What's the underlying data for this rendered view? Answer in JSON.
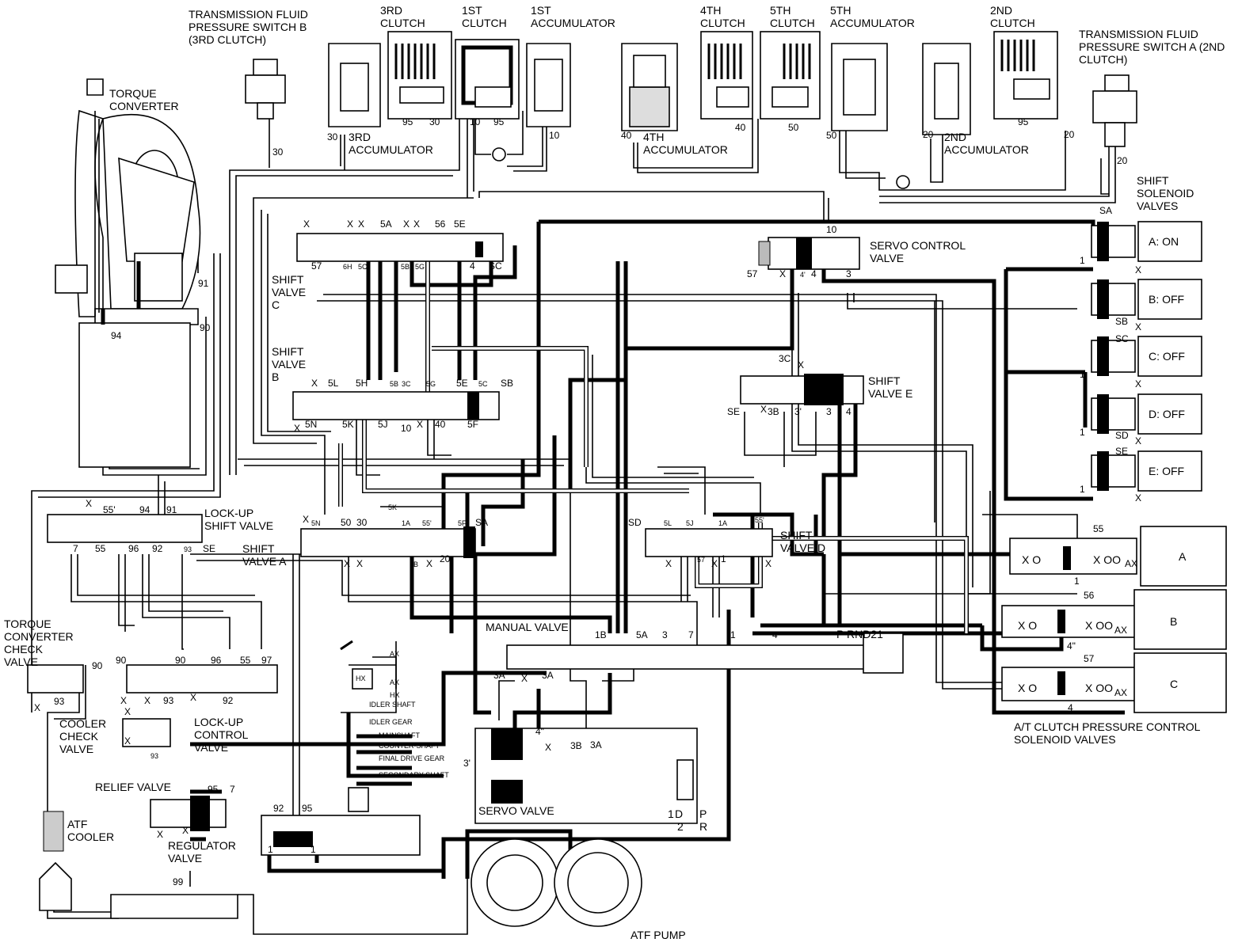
{
  "components": {
    "pressure_switch_b": "TRANSMISSION FLUID PRESSURE SWITCH B (3RD CLUTCH)",
    "clutch_3rd": "3RD CLUTCH",
    "clutch_1st": "1ST CLUTCH",
    "accumulator_1st": "1ST ACCUMULATOR",
    "clutch_4th": "4TH CLUTCH",
    "clutch_5th": "5TH CLUTCH",
    "accumulator_5th": "5TH ACCUMULATOR",
    "clutch_2nd": "2ND CLUTCH",
    "pressure_switch_a": "TRANSMISSION FLUID PRESSURE SWITCH A (2ND CLUTCH)",
    "accumulator_3rd": "3RD ACCUMULATOR",
    "accumulator_4th": "4TH ACCUMULATOR",
    "accumulator_2nd": "2ND ACCUMULATOR",
    "torque_converter": "TORQUE CONVERTER",
    "shift_solenoid_valves": "SHIFT SOLENOID VALVES",
    "servo_control_valve": "SERVO CONTROL VALVE",
    "shift_valve_c": "SHIFT VALVE C",
    "shift_valve_b": "SHIFT VALVE B",
    "shift_valve_e": "SHIFT VALVE E",
    "shift_valve_a": "SHIFT VALVE A",
    "shift_valve_d": "SHIFT VALVE D",
    "lockup_shift_valve": "LOCK-UP SHIFT VALVE",
    "tc_check_valve": "TORQUE CONVERTER CHECK VALVE",
    "cooler_check_valve": "COOLER CHECK VALVE",
    "lockup_control_valve": "LOCK-UP CONTROL VALVE",
    "relief_valve": "RELIEF VALVE",
    "regulator_valve": "REGULATOR VALVE",
    "atf_cooler": "ATF COOLER",
    "manual_valve": "MANUAL VALVE",
    "servo_valve": "SERVO VALVE",
    "atf_pump": "ATF PUMP",
    "clutch_pressure_solenoids": "A/T CLUTCH PRESSURE CONTROL SOLENOID VALVES"
  },
  "solenoid_states": [
    {
      "tag": "SA",
      "label": "A: ON"
    },
    {
      "tag": "SB",
      "label": "B: OFF"
    },
    {
      "tag": "SC",
      "label": "C: OFF"
    },
    {
      "tag": "SD",
      "label": "D: OFF"
    },
    {
      "tag": "SE",
      "label": "E: OFF"
    }
  ],
  "clutch_pressure_solenoids": [
    {
      "label": "A",
      "port": "55"
    },
    {
      "label": "B",
      "port": "56"
    },
    {
      "label": "C",
      "port": "57"
    }
  ],
  "manual_positions": "P RND21",
  "servo_positions": {
    "p1": "1",
    "p2": "D",
    "p3": "2",
    "p4": "P",
    "p5": "R"
  },
  "lubrication_points": [
    "AX",
    "HX",
    "AX",
    "HX",
    "IDLER SHAFT",
    "IDLER GEAR",
    "MAINSHAFT",
    "COUNTER-SHAFT",
    "FINAL DRIVE GEAR",
    "SECONDARY SHAFT"
  ],
  "port_labels": {
    "x": "X",
    "n30": "30",
    "n95": "95",
    "n10": "10",
    "n40": "40",
    "n50": "50",
    "n20": "20",
    "n91": "91",
    "n90": "90",
    "n94": "94",
    "n1": "1",
    "n3": "3",
    "n4": "4",
    "n57": "57",
    "p5a": "5A",
    "p56": "56",
    "p5e": "5E",
    "p6h": "6H",
    "p5c": "5C",
    "p5b": "5B",
    "p5g": "5G",
    "psc": "SC",
    "p5l": "5L",
    "p5h": "5H",
    "p3c": "3C",
    "p5g2": "5G",
    "psb": "SB",
    "p5n": "5N",
    "p5k": "5K",
    "p5j": "5J",
    "p5f": "5F",
    "p3b": "3B",
    "p3p": "3'",
    "pse": "SE",
    "p4p": "4'",
    "p55p": "55'",
    "p55": "55",
    "p96": "96",
    "p92": "92",
    "p93": "93",
    "p97": "97",
    "p7": "7",
    "p50": "50",
    "p1a": "1A",
    "psa": "SA",
    "p1b": "1B",
    "p4pp": "4\"",
    "psd": "SD",
    "p3a": "3A",
    "p99": "99",
    "ax": "AX",
    "x0": "X O",
    "xoo": "X OO",
    "p5k2": "5K"
  }
}
